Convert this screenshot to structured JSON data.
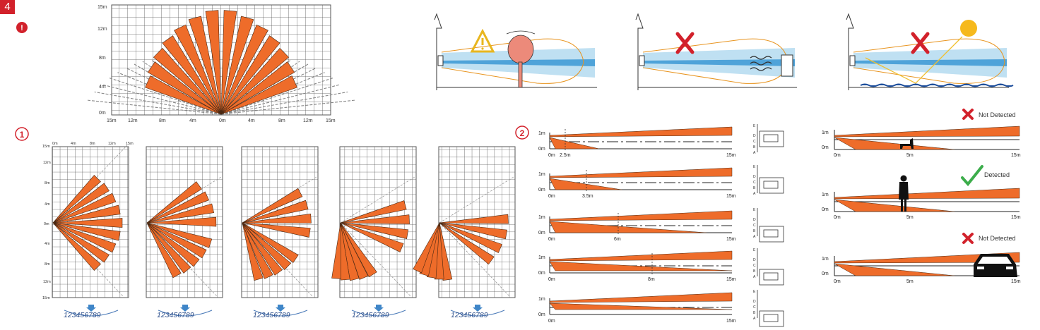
{
  "page_number": "4",
  "caution_badge": "!",
  "colors": {
    "beam": "#ee6c2a",
    "beam_stroke": "#4a2812",
    "grid": "#555555",
    "accent_red": "#d2212b",
    "blue": "#4fa3d9",
    "light_blue": "#bfe0f2",
    "green": "#3cad4b",
    "wall_orange": "#e8941f"
  },
  "top_range": {
    "y_labels": [
      "15m",
      "12m",
      "8m",
      "4m",
      "0m"
    ],
    "x_labels": [
      "15m",
      "12m",
      "8m",
      "4m",
      "0m",
      "4m",
      "8m",
      "12m",
      "15m"
    ]
  },
  "section1": {
    "badge": "1",
    "y_labels": [
      "15m",
      "12m",
      "8m",
      "4m",
      "0m",
      "4m",
      "8m",
      "12m",
      "15m"
    ],
    "x_labels": [
      "0m",
      "4m",
      "8m",
      "12m",
      "15m"
    ],
    "dial_digits": "123456789"
  },
  "section2": {
    "badge": "2",
    "rows": [
      {
        "distance": "2.5m"
      },
      {
        "distance": "3.5m"
      },
      {
        "distance": "6m"
      },
      {
        "distance": "8m"
      },
      {
        "distance": ""
      }
    ],
    "axis": {
      "top": "1m",
      "bottom": "0m",
      "start": "0m",
      "end": "15m"
    },
    "position_labels": [
      "E",
      "D",
      "C",
      "B",
      "A"
    ]
  },
  "detection": [
    {
      "status": "Not Detected",
      "target": "dog-icon"
    },
    {
      "status": "Detected",
      "target": "person-icon"
    },
    {
      "status": "Not Detected",
      "target": "car-icon"
    }
  ],
  "detection_axis": {
    "top": "1m",
    "bottom": "0m",
    "start": "0m",
    "mid": "5m",
    "end": "15m"
  }
}
